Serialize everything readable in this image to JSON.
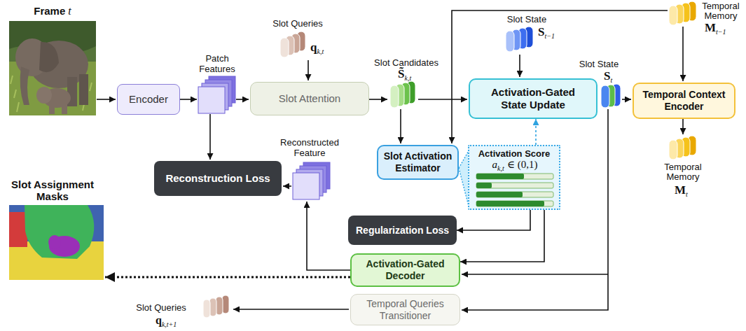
{
  "diagram": {
    "nodes": [
      {
        "text": [
          "Encoder"
        ]
      },
      {
        "text": [
          "Slot Attention"
        ]
      },
      {
        "text": [
          "Activation-Gated State Update"
        ]
      },
      {
        "text": [
          "Temporal Context Encoder"
        ]
      },
      {
        "text": [
          "Slot Activation Estimator"
        ]
      },
      {
        "text": [
          "Activation Score"
        ]
      },
      {
        "text": [
          "Reconstruction Loss"
        ]
      },
      {
        "text": [
          "Regularization Loss"
        ]
      },
      {
        "text": [
          "Activation-Gated Decoder"
        ]
      },
      {
        "text": [
          "Temporal Queries Transitioner"
        ]
      }
    ],
    "edges": [
      {
        "from": 5,
        "to": 2,
        "arrow": "to"
      },
      {
        "from": 5,
        "to": 7,
        "arrow": "to"
      },
      {
        "from": 5,
        "to": 8,
        "arrow": "to"
      }
    ],
    "labels": [
      "Frame",
      "t",
      "Patch Features",
      "Slot Queries",
      "q",
      "k,t",
      "Slot Candidates",
      "S̃",
      "k,t",
      "Slot State",
      "S",
      "t−1",
      "Slot State",
      "S",
      "t",
      "Temporal Memory",
      "M",
      "t−1",
      "Temporal Memory",
      "M",
      "t",
      "Reconstructed Feature",
      "Slot Assignment Masks",
      "Slot Queries",
      "q",
      "k,t+1",
      "a",
      "k,t",
      "∈ (0,1)"
    ]
  }
}
